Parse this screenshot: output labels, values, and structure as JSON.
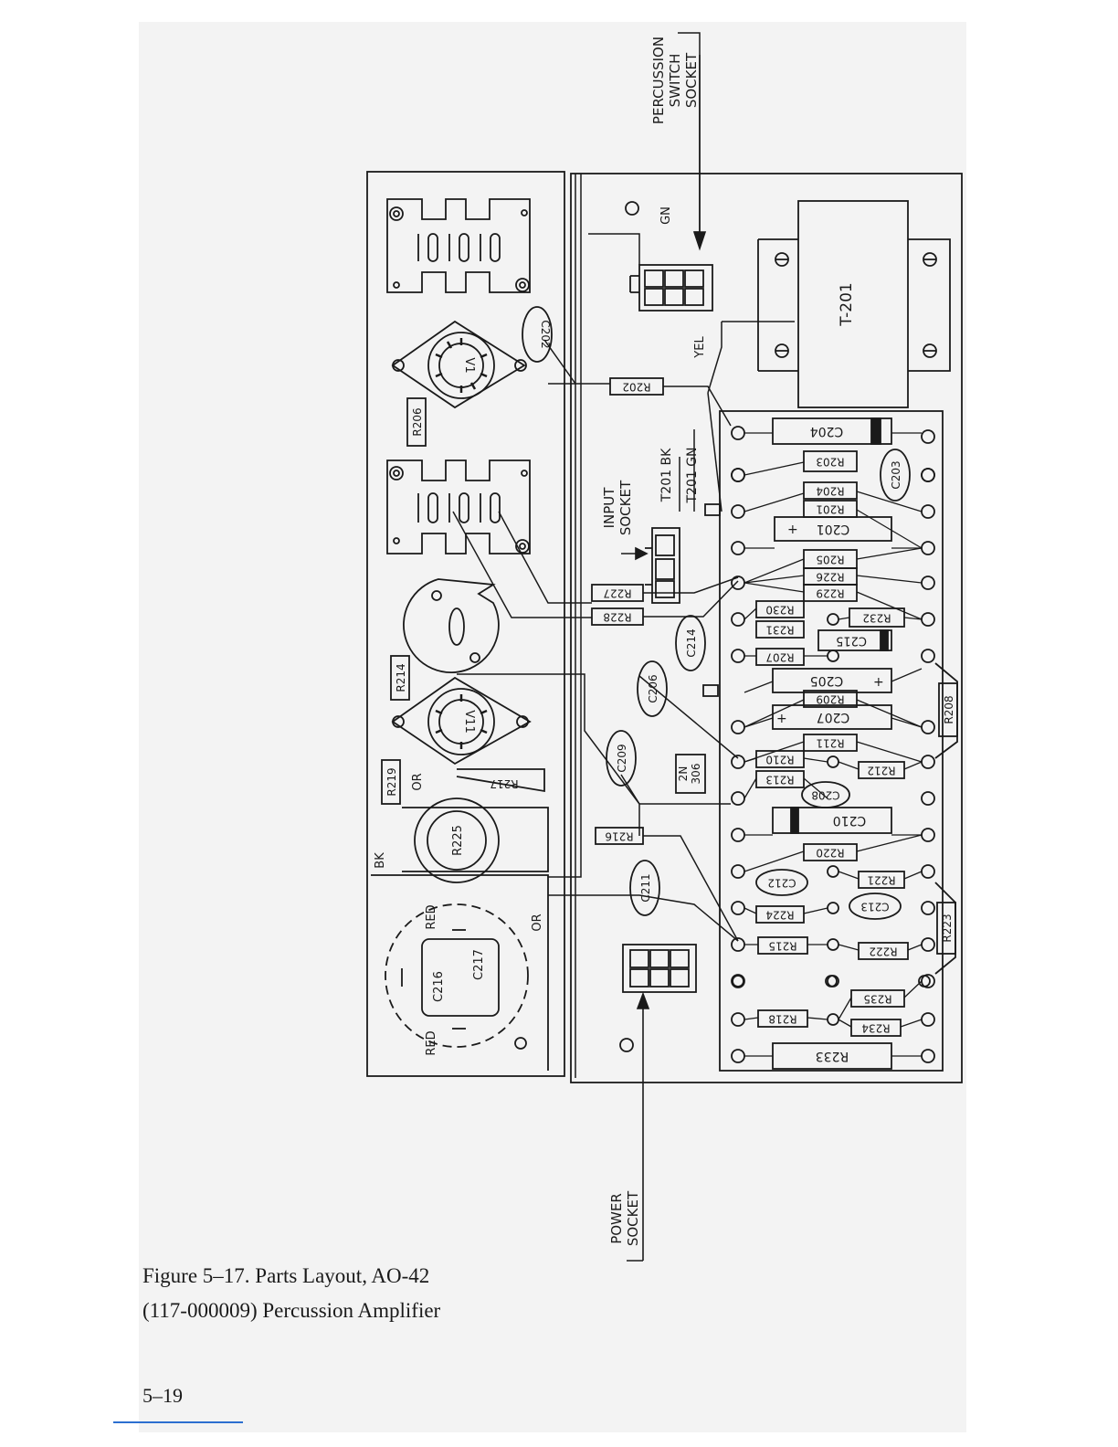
{
  "caption": {
    "line1": "Figure 5–17. Parts Layout, AO-42",
    "line2": "(117-000009) Percussion Amplifier"
  },
  "page_number": "5–19",
  "callouts": {
    "percussion_socket": [
      "PERCUSSION",
      "SWITCH",
      "SOCKET"
    ],
    "input_socket": [
      "INPUT",
      "SOCKET"
    ],
    "power_socket": [
      "POWER",
      "SOCKET"
    ]
  },
  "wire_labels": {
    "gn_top": "GN",
    "yel": "YEL",
    "t201_bk": "T201  BK",
    "t201_gn": "T201  GN",
    "bk": "BK",
    "or_upper": "OR",
    "or_lower": "OR",
    "red_top": "RED",
    "red_bottom": "RED"
  },
  "components": {
    "transformer": "T-201",
    "tube_v1": "V1",
    "tube_v11": "V11",
    "transistor": [
      "2N",
      "306"
    ],
    "board_left": [
      "R202",
      "R206",
      "R227",
      "R228",
      "R214",
      "R216",
      "R217",
      "R219",
      "R225",
      "C216",
      "C217"
    ],
    "caps_round": [
      "C202",
      "C203",
      "C214",
      "C206",
      "C209",
      "C211",
      "C208",
      "C212",
      "C213"
    ],
    "board_resistors": [
      "R203",
      "R204",
      "R201",
      "R205",
      "R226",
      "R229",
      "R230",
      "R232",
      "R231",
      "R207",
      "R209",
      "R211",
      "R210",
      "R213",
      "R212",
      "R220",
      "R221",
      "R224",
      "R215",
      "R222",
      "R235",
      "R218",
      "R234"
    ],
    "board_caps": [
      "C204",
      "C201",
      "C215",
      "C205",
      "C207",
      "C210"
    ],
    "long_resistor": "R233",
    "side_resistors": [
      "R208",
      "R223"
    ]
  }
}
